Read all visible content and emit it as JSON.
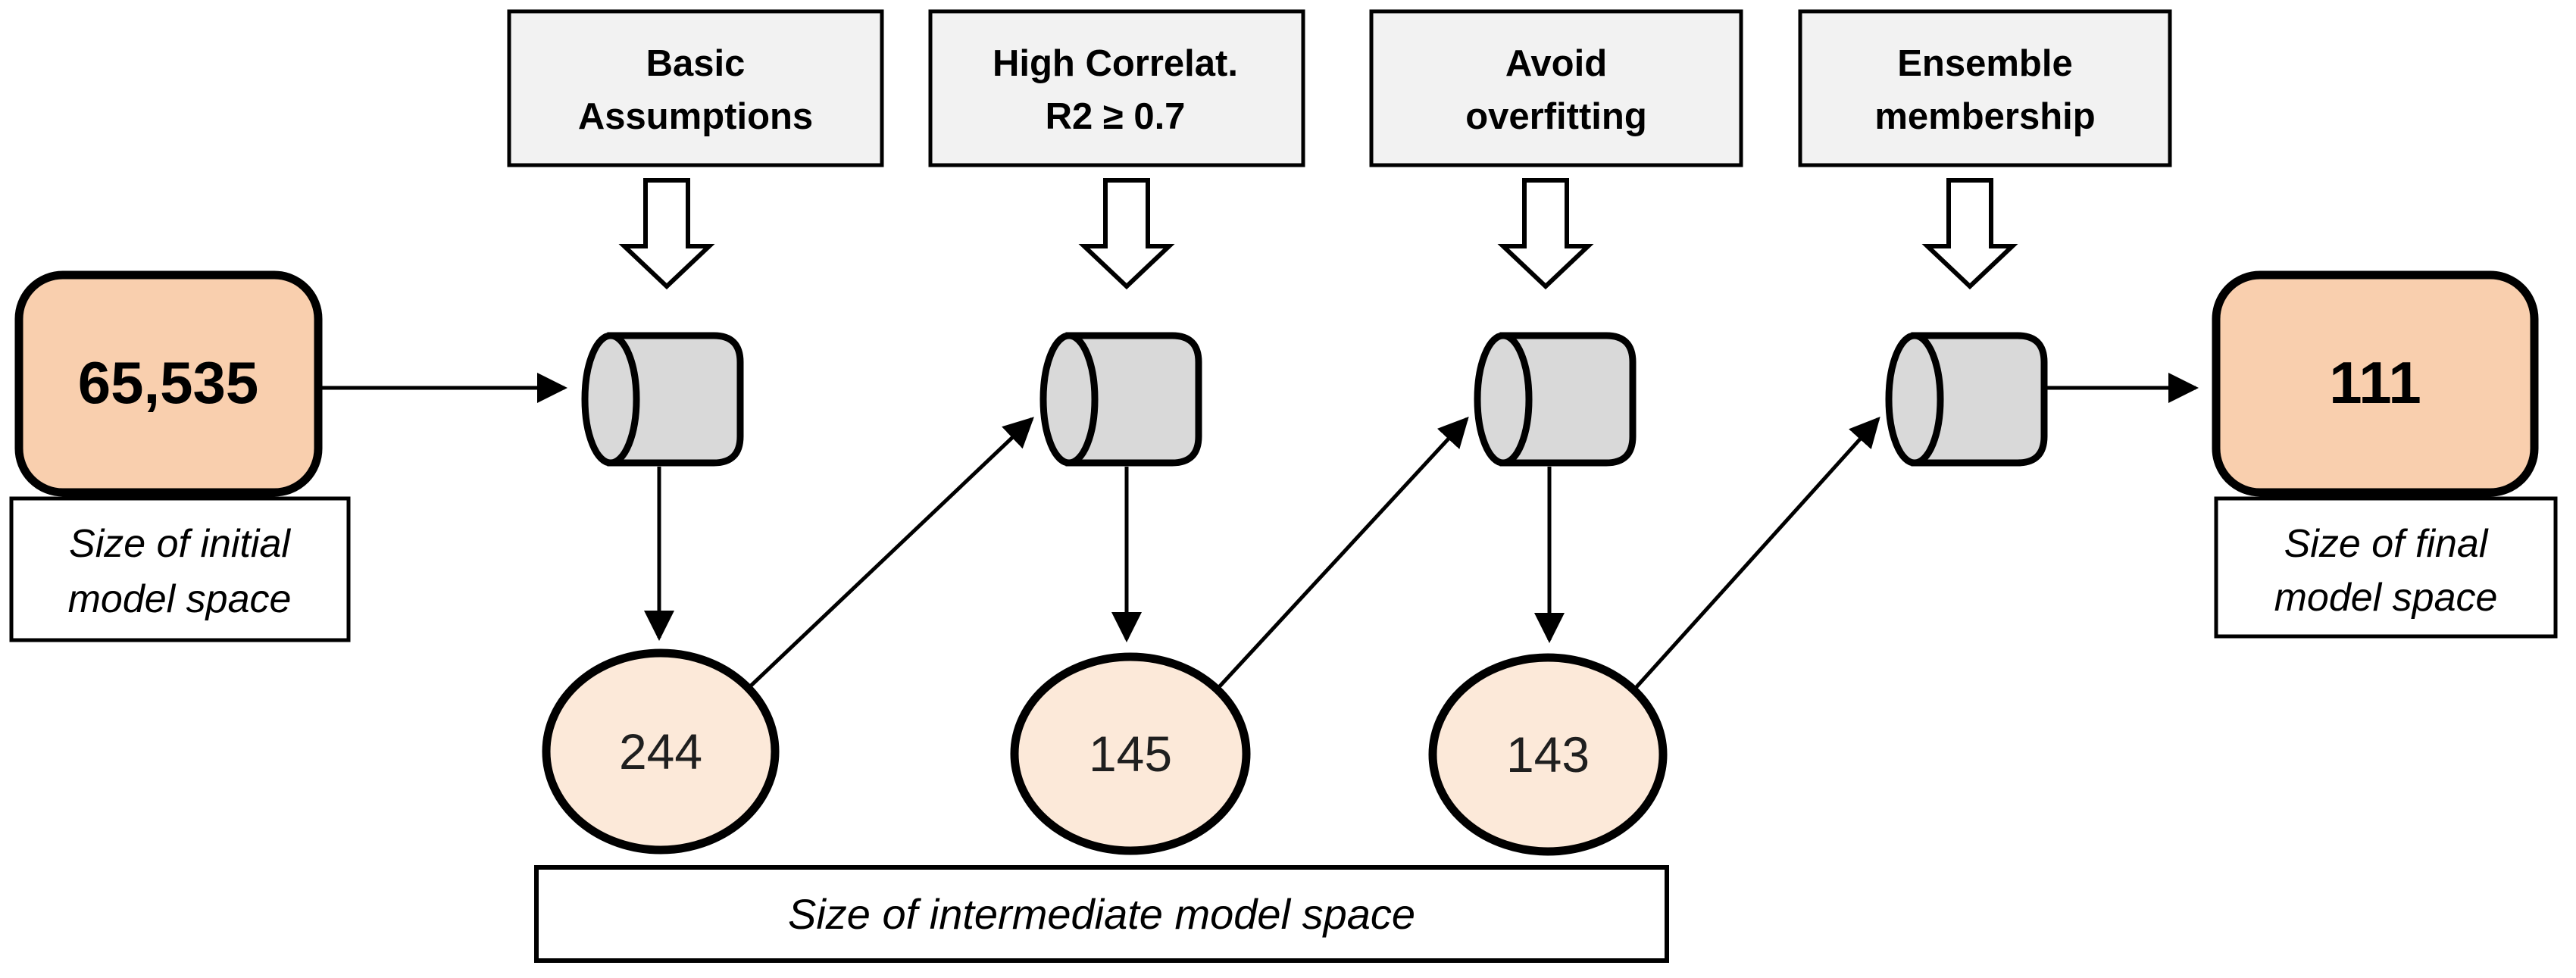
{
  "diagram": {
    "initial_node": {
      "value": "65,535",
      "caption": [
        "Size of initial",
        "model space"
      ]
    },
    "final_node": {
      "value": "111",
      "caption": [
        "Size of final",
        "model space"
      ]
    },
    "intermediate_caption": "Size of intermediate model space",
    "filters": [
      {
        "label": [
          "Basic",
          "Assumptions"
        ],
        "result_count": "244"
      },
      {
        "label": [
          "High Correlat.",
          "R2 ≥ 0.7"
        ],
        "result_count": "145"
      },
      {
        "label": [
          "Avoid",
          "overfitting"
        ],
        "result_count": "143"
      },
      {
        "label": [
          "Ensemble",
          "membership"
        ]
      }
    ],
    "icons": {
      "cylinder": "filter-cylinder-icon",
      "block_arrow": "down-block-arrow-icon"
    },
    "colors": {
      "node_fill": "#F9CFAE",
      "count_fill": "#FCE9D9",
      "cylinder_fill": "#D9D9D9",
      "filter_box_fill": "#F2F2F2",
      "outline": "#000000",
      "background": "#FFFFFF"
    }
  }
}
